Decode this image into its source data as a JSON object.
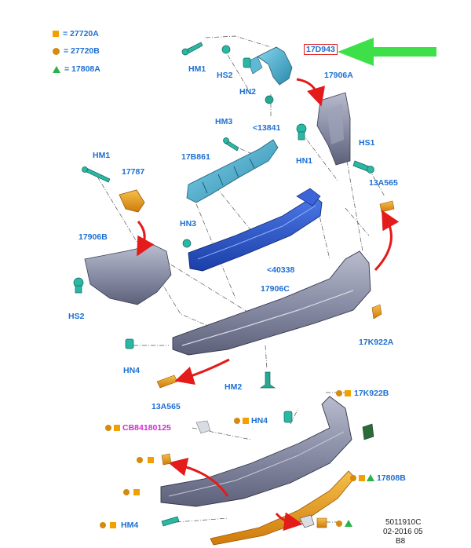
{
  "legend": [
    {
      "symbol": "square",
      "code": "= 27720A"
    },
    {
      "symbol": "circle",
      "code": "= 27720B"
    },
    {
      "symbol": "triangle",
      "code": "= 17808A"
    }
  ],
  "parts": {
    "hm1_top": "HM1",
    "hs2_top": "HS2",
    "hn2": "HN2",
    "p17d943": "17D943",
    "p13841": "<13841",
    "p17906a": "17906A",
    "hm3": "HM3",
    "p17b861": "17B861",
    "hn1": "HN1",
    "hs1": "HS1",
    "hm1_left": "HM1",
    "p17787": "17787",
    "p13a565_right": "13A565",
    "hn3": "HN3",
    "p17906b": "17906B",
    "p40338": "<40338",
    "p17906c": "17906C",
    "hs2_left": "HS2",
    "p17k922a": "17K922A",
    "hn4_mid": "HN4",
    "hm2": "HM2",
    "p13a565_left": "13A565",
    "p17k922b": "17K922B",
    "cb84180125": "CB84180125",
    "hn4_low": "HN4",
    "p17808b": "17808B",
    "hm4": "HM4"
  },
  "footer": {
    "line1": "5011910C",
    "line2": "02-2016 05",
    "line3": "B8"
  },
  "colors": {
    "label_blue": "#1d6fd1",
    "label_magenta": "#d12fd1",
    "highlight_box": "#e01e1e",
    "pointer_arrow": "#3ee04a",
    "flow_arrow": "#e31b1b",
    "bumper_metal": "#7c7f96",
    "beam_blue": "#1f4fc8",
    "bracket_cyan": "#3aa6c4",
    "fastener_teal": "#2ab7a4",
    "trim_orange": "#e99a1f"
  }
}
